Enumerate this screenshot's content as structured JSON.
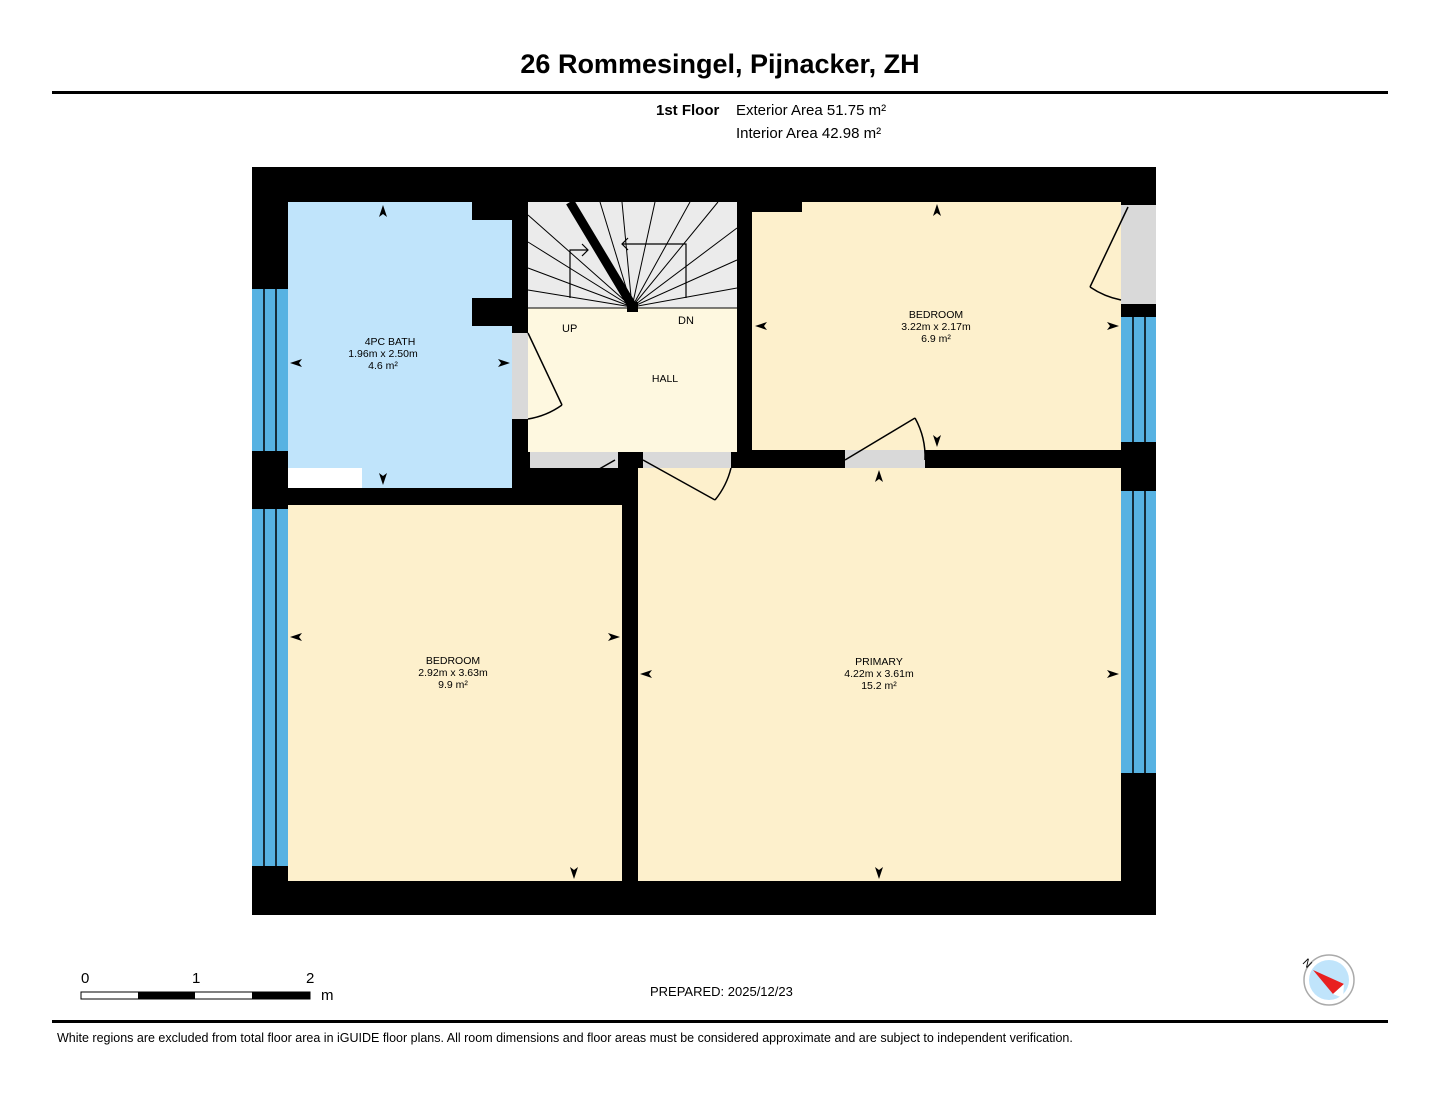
{
  "header": {
    "title": "26 Rommesingel, Pijnacker, ZH",
    "floor_label": "1st Floor",
    "exterior_area": "Exterior Area 51.75 m²",
    "interior_area": "Interior Area 42.98 m²"
  },
  "rooms": {
    "bath": {
      "name": "4PC BATH",
      "dims": "1.96m x 2.50m",
      "area": "4.6 m²"
    },
    "hall": {
      "name": "HALL"
    },
    "bedroom_top": {
      "name": "BEDROOM",
      "dims": "3.22m x 2.17m",
      "area": "6.9 m²"
    },
    "bedroom_bottom": {
      "name": "BEDROOM",
      "dims": "2.92m x 3.63m",
      "area": "9.9 m²"
    },
    "primary": {
      "name": "PRIMARY",
      "dims": "4.22m x 3.61m",
      "area": "15.2 m²"
    }
  },
  "stairs": {
    "up_label": "UP",
    "down_label": "DN"
  },
  "scale": {
    "ticks": [
      "0",
      "1",
      "2"
    ],
    "unit": "m"
  },
  "compass": {
    "north_label": "N"
  },
  "footer": {
    "prepared": "PREPARED: 2025/12/23",
    "disclaimer": "White regions are excluded from total floor area in iGUIDE floor plans. All room dimensions and floor areas must be considered approximate and are subject to independent verification."
  },
  "colors": {
    "wall": "#000000",
    "bath_fill": "#c0e4fb",
    "bedroom_fill": "#fdf0cc",
    "hall_fill": "#fef8e0",
    "window": "#57b2e2",
    "door_gap": "#d9d9d9"
  }
}
